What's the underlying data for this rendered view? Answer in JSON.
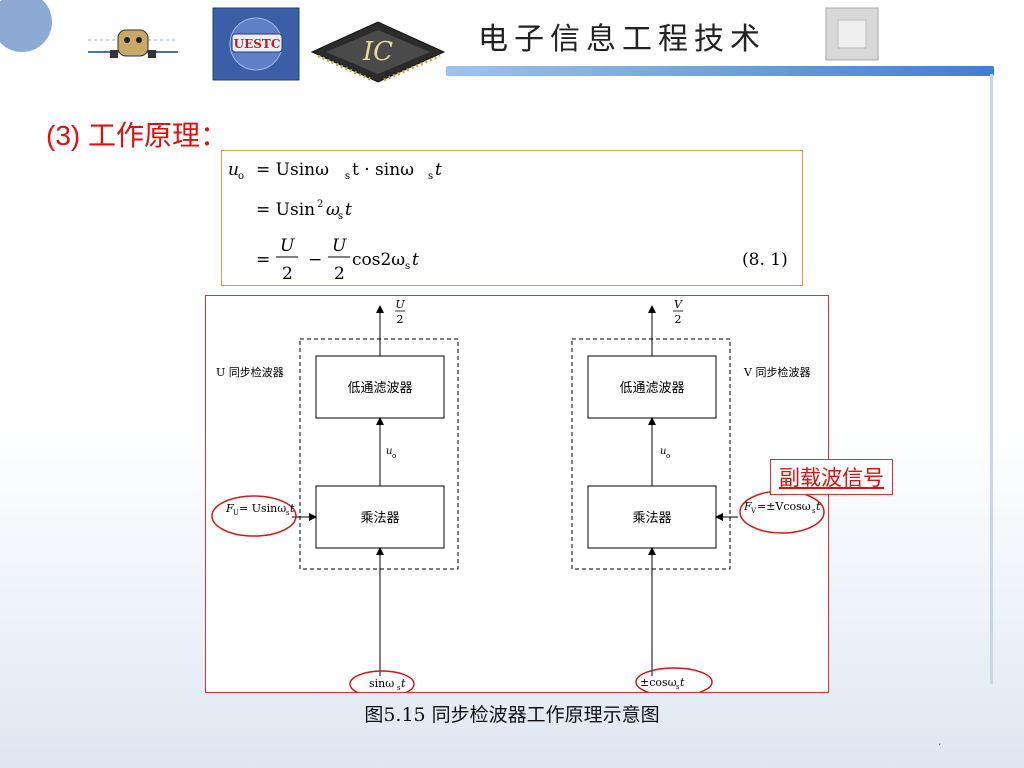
{
  "header": {
    "title": "电子信息工程技术",
    "logos": [
      "bear-logo",
      "uestc-logo",
      "ic-chip-logo",
      "grey-square-logo"
    ],
    "uestc_text": "UESTC",
    "ic_text": "IC"
  },
  "section": {
    "title": "(3) 工作原理："
  },
  "formula": {
    "line1": {
      "lhs": "u",
      "lhs_sub": "o",
      "rhs": "= Usinω",
      "rhs_sub": "s",
      "rhs_tail": "t · sinω",
      "rhs_sub2": "s",
      "rhs_end": "t"
    },
    "line2": {
      "rhs": "= Usin",
      "sup": "2",
      "rest": "ω",
      "sub": "s",
      "end": "t"
    },
    "line3": {
      "eq": "=",
      "num": "U",
      "den": "2",
      "minus": "−",
      "num2": "U",
      "den2": "2",
      "tail": "cos2ω",
      "sub": "s",
      "end": "t"
    },
    "number": "(8. 1)"
  },
  "diagram": {
    "left": {
      "output_num": "U",
      "output_den": "2",
      "label": "U 同步检波器",
      "lpf": "低通滤波器",
      "mid_signal": "u",
      "mid_sub": "o",
      "multiplier": "乘法器",
      "input_side": "F",
      "input_side_sub": "U",
      "input_side_rest": "= Usinω",
      "input_side_sub2": "s",
      "input_side_end": "t",
      "input_bottom": "sinω",
      "input_bottom_sub": "s",
      "input_bottom_end": "t"
    },
    "right": {
      "output_num": "V",
      "output_den": "2",
      "label": "V 同步检波器",
      "lpf": "低通滤波器",
      "mid_signal": "u",
      "mid_sub": "o",
      "multiplier": "乘法器",
      "input_side": "F",
      "input_side_sub": "V",
      "input_side_rest": "=±Vcosω",
      "input_side_sub2": "s",
      "input_side_end": "t",
      "input_bottom": "±cosω",
      "input_bottom_sub": "s",
      "input_bottom_end": "t"
    },
    "callout": "副载波信号"
  },
  "caption": "图5.15  同步检波器工作原理示意图",
  "colors": {
    "accent_red": "#e01010",
    "frame_red": "#e53030",
    "formula_border": "#d9a13a",
    "header_blue": "#3f7fd0"
  }
}
